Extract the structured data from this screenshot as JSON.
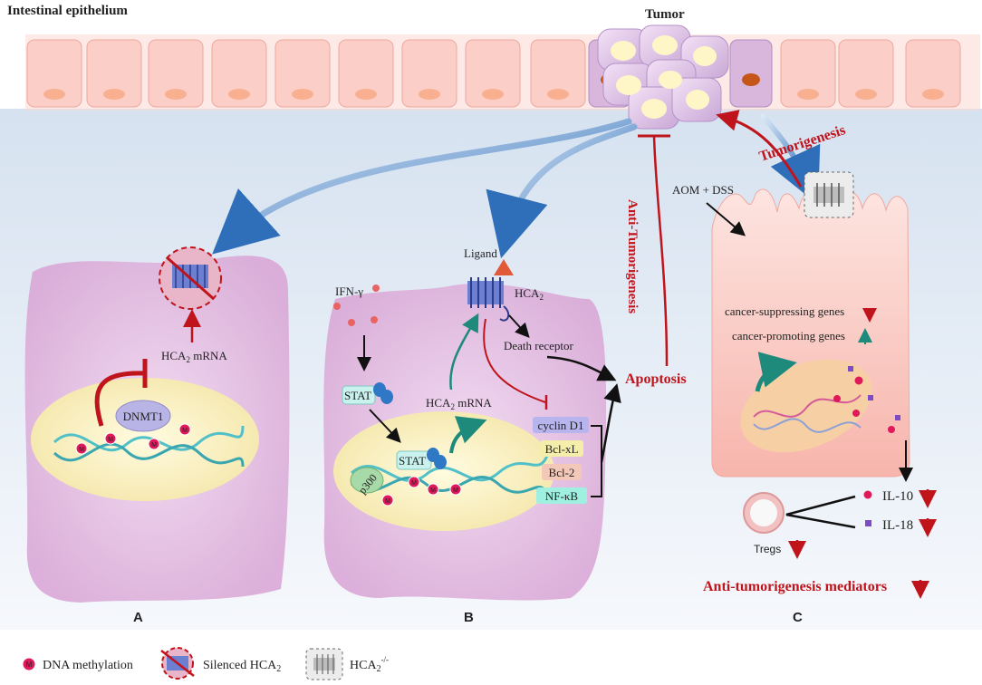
{
  "header": {
    "epithelium_label": "Intestinal epithelium",
    "tumor_label": "Tumor"
  },
  "panel_a": {
    "letter": "A",
    "mrna_label": "HCA",
    "mrna_sub": "2",
    "mrna_suffix": " mRNA",
    "enzyme_label": "DNMT1",
    "methyl_mark": "M"
  },
  "panel_b": {
    "letter": "B",
    "ifn_label": "IFN-γ",
    "stat_label": "STAT",
    "stat_nuclear_label": "STAT",
    "p300_label": "p300",
    "ligand_label": "Ligand",
    "receptor_label": "HCA",
    "receptor_sub": "2",
    "mrna_label": "HCA",
    "mrna_sub": "2",
    "mrna_suffix": " mRNA",
    "death_receptor_label": "Death receptor",
    "targets": [
      "cyclin D1",
      "Bcl-xL",
      "Bcl-2",
      "NF-κB"
    ],
    "target_colors": [
      "#b8b4ee",
      "#f4eeaa",
      "#f4c8b8",
      "#9ff0e0"
    ]
  },
  "center": {
    "apoptosis_label": "Apoptosis",
    "anti_tumorigenesis_label": "Anti-Tumorigenesis",
    "tumorigenesis_label": "Tumorigenesis"
  },
  "panel_c": {
    "letter": "C",
    "treatment_label": "AOM + DSS",
    "gene_lines": [
      "cancer-suppressing genes",
      "cancer-promoting genes"
    ],
    "cytokines": [
      "IL-10",
      "IL-18"
    ],
    "cytokine_colors": [
      "#e0195a",
      "#7d4cc4"
    ],
    "tregs_label": "Tregs",
    "mediators_label": "Anti-tumorigenesis mediators"
  },
  "legend": {
    "methylation_label": "DNA methylation",
    "silenced_label": "Silenced HCA",
    "silenced_sub": "2",
    "knockout_label": "HCA",
    "knockout_sub": "2",
    "knockout_sup": "-/-"
  },
  "colors": {
    "accent_red": "#c0141c",
    "arrow_blue": "#3a7cc4",
    "cell_pink": "#e7bde3",
    "nucleus_yellow": "#fbf4c4",
    "epithelium_pink": "#fbd2cc",
    "dna_teal": "#52c0c8"
  }
}
